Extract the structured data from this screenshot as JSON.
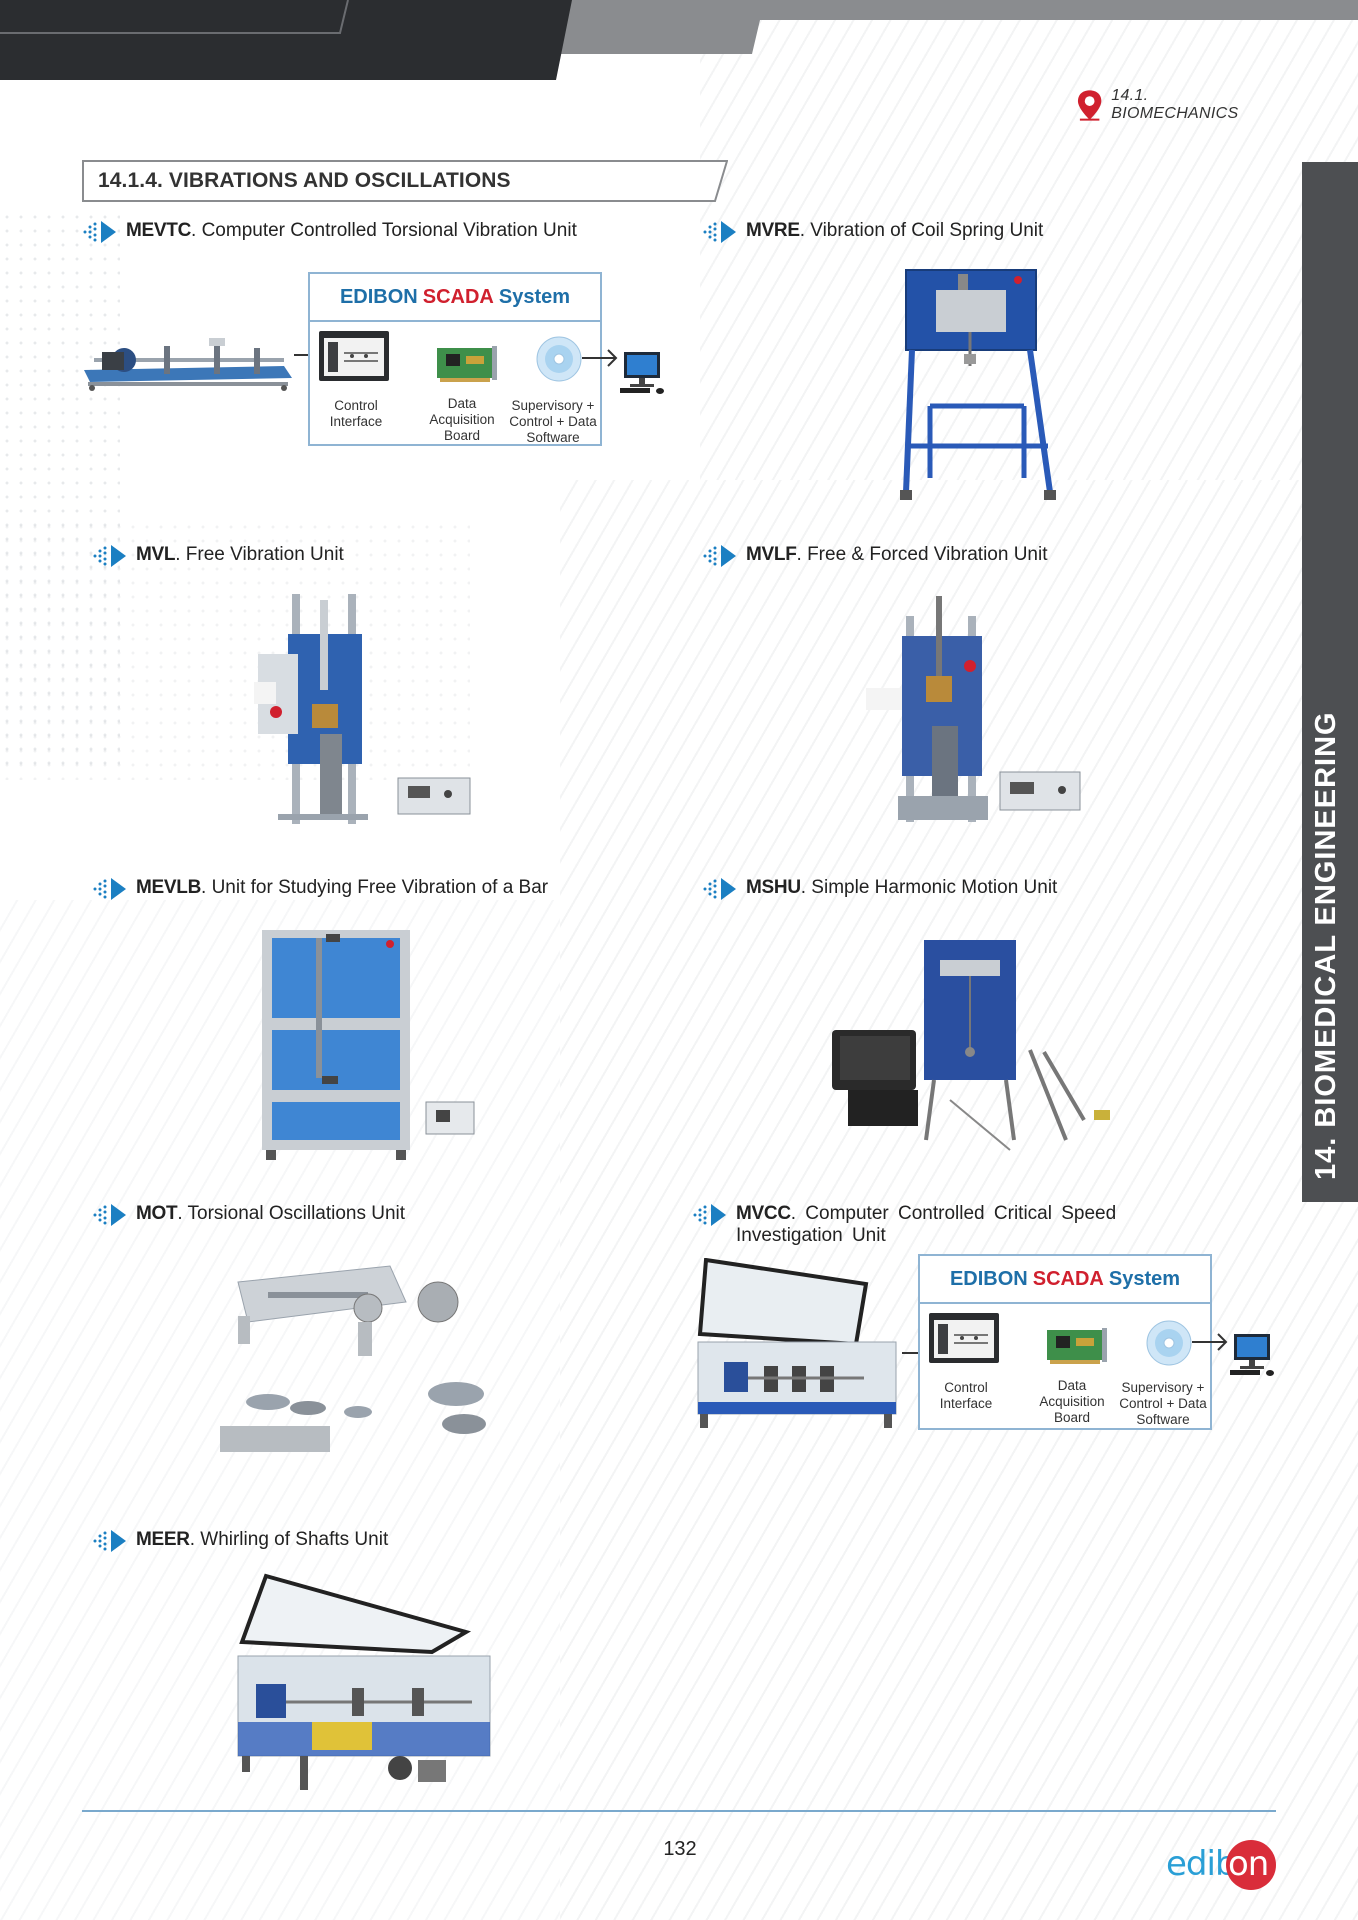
{
  "breadcrumb": {
    "text": "14.1. BIOMECHANICS"
  },
  "section": {
    "title": "14.1.4. VIBRATIONS AND OSCILLATIONS"
  },
  "side_tab": {
    "text": "14. BIOMEDICAL ENGINEERING"
  },
  "products": [
    {
      "code": "MEVTC",
      "desc": ". Computer Controlled Torsional Vibration Unit"
    },
    {
      "code": "MVRE",
      "desc": ". Vibration of Coil Spring Unit"
    },
    {
      "code": "MVL",
      "desc": ". Free Vibration Unit"
    },
    {
      "code": "MVLF",
      "desc": ". Free & Forced Vibration Unit"
    },
    {
      "code": "MEVLB",
      "desc": ". Unit for Studying Free Vibration of a Bar"
    },
    {
      "code": "MSHU",
      "desc": ". Simple Harmonic Motion Unit"
    },
    {
      "code": "MOT",
      "desc": ". Torsional Oscillations Unit"
    },
    {
      "code": "MVCC",
      "desc": ". Computer Controlled Critical Speed Investigation Unit"
    },
    {
      "code": "MEER",
      "desc": ". Whirling of Shafts Unit"
    }
  ],
  "scada": {
    "title_pre": "EDIBON",
    "title_red": "SCADA",
    "title_post": "System",
    "label_control_1": "Control",
    "label_control_2": "Interface",
    "label_daq_1": "Data",
    "label_daq_2": "Acquisition",
    "label_daq_3": "Board",
    "label_sw_1": "Supervisory +",
    "label_sw_2": "Control + Data",
    "label_sw_3": "Software"
  },
  "footer": {
    "page_number": "132",
    "logo_left": "edib",
    "logo_right": "on"
  },
  "colors": {
    "header_dark": "#2b2d30",
    "header_gray": "#8a8c8f",
    "accent_blue": "#1e6fa8",
    "accent_red": "#d0202e",
    "arrow_blue": "#1b7fc2"
  }
}
